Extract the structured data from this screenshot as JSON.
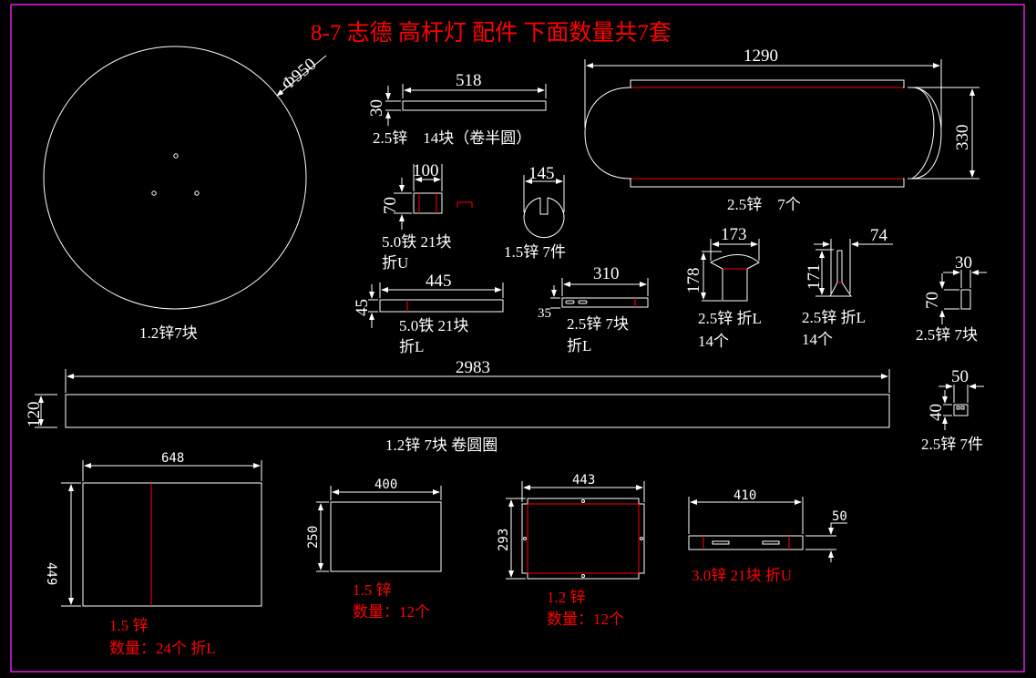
{
  "title": "8-7 志德 高杆灯 配件 下面数量共7套",
  "colors": {
    "background": "#000000",
    "frame": "#e020e0",
    "line": "#ffffff",
    "accent": "#ff0000"
  },
  "parts": {
    "disc": {
      "dim": "Φ950",
      "label": "1.2锌7块"
    },
    "strip518": {
      "dim_w": "518",
      "dim_h": "30",
      "label": "2.5锌　14块（卷半圆）"
    },
    "bracket100": {
      "dim_w": "100",
      "dim_h": "70",
      "label1": "5.0铁 21块",
      "label2": "折U"
    },
    "round145": {
      "dim_w": "145",
      "label": "1.5锌 7件"
    },
    "strip445": {
      "dim_w": "445",
      "dim_h": "45",
      "label1": "5.0铁 21块",
      "label2": "折L"
    },
    "strip310": {
      "dim_w": "310",
      "dim_h": "35",
      "label1": "2.5锌 7块",
      "label2": "折L"
    },
    "oval1290": {
      "dim_w": "1290",
      "dim_h": "330",
      "label": "2.5锌　7个"
    },
    "cap173": {
      "dim_w": "173",
      "dim_h": "178",
      "label1": "2.5锌 折L",
      "label2": "14个"
    },
    "fin74": {
      "dim_w": "74",
      "dim_h": "171",
      "label1": "2.5锌 折L",
      "label2": "14个"
    },
    "tab30": {
      "dim_w": "30",
      "dim_h": "70",
      "label": "2.5锌 7块"
    },
    "tab50": {
      "dim_w": "50",
      "dim_h": "40",
      "label": "2.5锌 7件"
    },
    "ring2983": {
      "dim_w": "2983",
      "dim_h": "120",
      "label": "1.2锌 7块 卷圆圈"
    },
    "plate648": {
      "dim_w": "648",
      "dim_h": "449",
      "label1": "1.5 锌",
      "label2": "数量：24个 折L"
    },
    "plate400": {
      "dim_w": "400",
      "dim_h": "250",
      "label1": "1.5 锌",
      "label2": "数量：12个"
    },
    "plate443": {
      "dim_w": "443",
      "dim_h": "293",
      "label1": "1.2 锌",
      "label2": "数量：12个"
    },
    "strip410": {
      "dim_w": "410",
      "dim_h": "50",
      "label": "3.0锌 21块 折U"
    }
  }
}
